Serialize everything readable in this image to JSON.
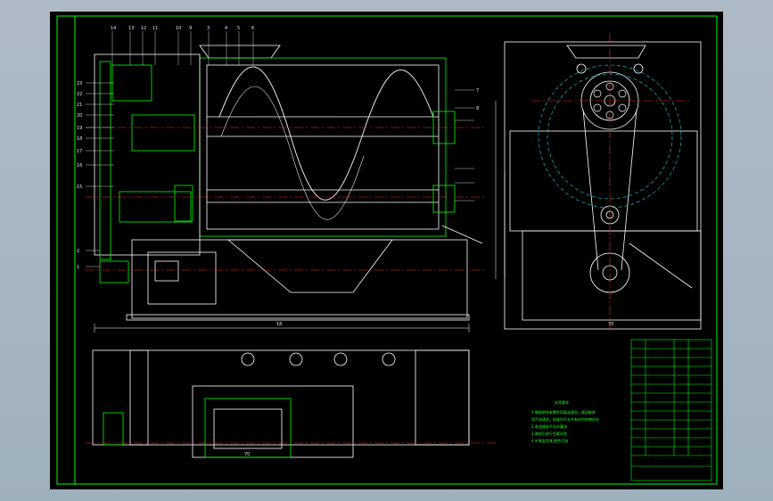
{
  "drawing": {
    "background": "#000000",
    "frame_color": "#00ff00",
    "line_color": "#ffffff",
    "center_line_color": "#ff2a2a",
    "hidden_line_color": "#22d3ee",
    "part_color": "#00ff00",
    "part_numbers": [
      "1",
      "2",
      "3",
      "4",
      "5",
      "6",
      "7",
      "8",
      "9",
      "10",
      "11",
      "12",
      "13",
      "14",
      "15",
      "16",
      "17",
      "18",
      "19",
      "20",
      "21",
      "22",
      "23"
    ],
    "dim_main_length": "18",
    "dim_side": "70",
    "dim_bottom": "70",
    "notes_heading": "技术要求",
    "notes_lines": [
      "1.装配前所有零件用煤油清洗，滚动轴承",
      "用汽油清洗，机体内不允许有任何杂物存在",
      "2.各连接处不允许漏油",
      "3.装配后进行空载试验",
      "4.外表面涂漆 颜色可选"
    ]
  }
}
